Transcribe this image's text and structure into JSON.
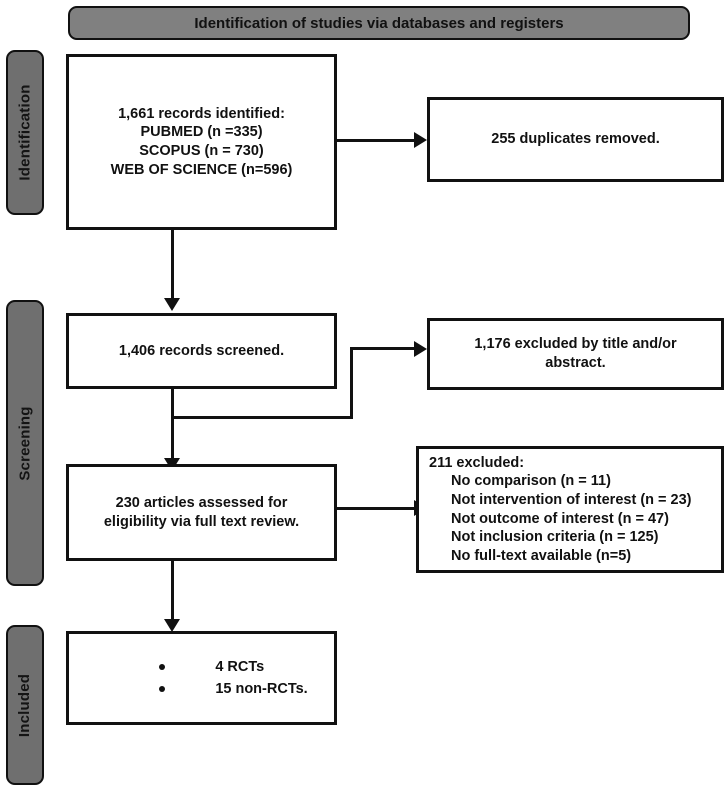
{
  "diagram": {
    "type": "prisma-flow-diagram",
    "banner": {
      "label": "Identification of studies via databases and registers"
    },
    "phases": [
      {
        "id": "identification",
        "label": "Identification"
      },
      {
        "id": "screening",
        "label": "Screening"
      },
      {
        "id": "included",
        "label": "Included"
      }
    ],
    "boxes": {
      "records_identified": {
        "lines": [
          "1,661 records identified:",
          "PUBMED (n =335)",
          "SCOPUS (n = 730)",
          "WEB OF SCIENCE (n=596)"
        ]
      },
      "duplicates_removed": {
        "lines": [
          "255 duplicates removed."
        ]
      },
      "records_screened": {
        "lines": [
          "1,406 records screened."
        ]
      },
      "excluded_title_abstract": {
        "lines": [
          "1,176 excluded by title and/or",
          "abstract."
        ]
      },
      "articles_assessed": {
        "lines": [
          "230 articles assessed for",
          "eligibility via full text review."
        ]
      },
      "excluded_fulltext": {
        "heading": "211 excluded:",
        "reasons": [
          "No comparison (n = 11)",
          "Not intervention of interest (n = 23)",
          "Not outcome of interest (n = 47)",
          "Not inclusion criteria (n = 125)",
          "No full-text available (n=5)"
        ]
      },
      "studies_included": {
        "bullets": [
          "4 RCTs",
          "15 non-RCTs."
        ]
      }
    },
    "colors": {
      "phase_fill": "#6f6f6f",
      "banner_fill": "#808080",
      "stroke": "#111111",
      "box_fill": "#ffffff"
    }
  }
}
